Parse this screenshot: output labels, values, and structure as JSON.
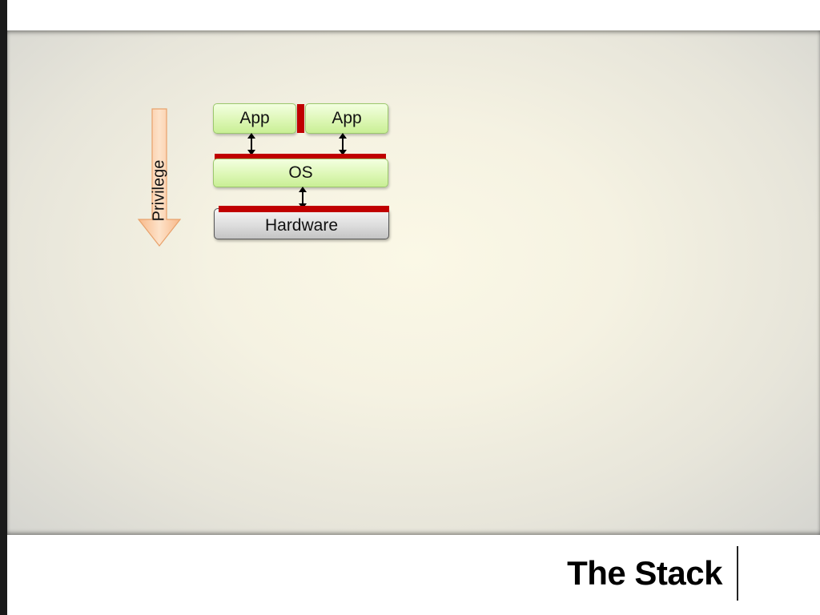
{
  "slide": {
    "title": "The Stack"
  },
  "diagram": {
    "privilege_label": "Privilege",
    "app_left_label": "App",
    "app_right_label": "App",
    "os_label": "OS",
    "hardware_label": "Hardware"
  },
  "colors": {
    "layer_green": "#ddf7b6",
    "hardware_gray": "#dddddd",
    "boundary_red": "#c00000",
    "arrow_orange": "#fcd5b4"
  }
}
